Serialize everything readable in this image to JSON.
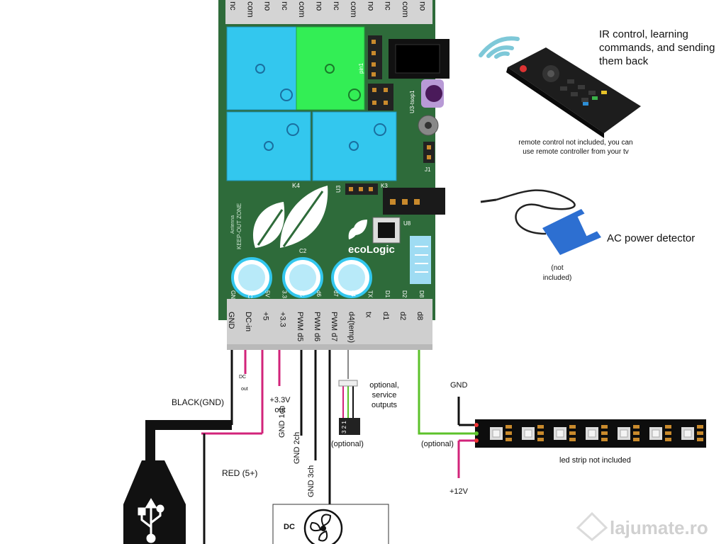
{
  "relay_top_labels": [
    "nc",
    "com",
    "no",
    "nc",
    "com",
    "no",
    "nc",
    "com",
    "no",
    "nc",
    "com",
    "no"
  ],
  "board": {
    "brand": "ecoLogic",
    "keep_out": "KEEP-OUT ZONE",
    "antenna": "Antenna",
    "k4_label": "K4",
    "k3_label": "K3",
    "u3_label": "U3",
    "u8_label": "U8",
    "j1_label": "J1",
    "c2_label": "C2",
    "u3_tsop_label": "U3-tsop1",
    "pin_label": "pin1",
    "silk_bottom": [
      "GND",
      "DC",
      "5V",
      "3.3",
      "d5",
      "d6",
      "d7",
      "d4",
      "TX",
      "D1",
      "D2",
      "D8"
    ]
  },
  "terminal_labels": [
    "GND",
    "DC-in",
    "+5",
    "+3.3",
    "PWM d5",
    "PWM d6",
    "PWM d7",
    "d4(temp)",
    "tx",
    "d1",
    "d2",
    "d8"
  ],
  "annotations": {
    "ir_control": "IR control, learning commands, and sending them back",
    "remote_note": "remote control not included, you can use remote controller from your tv",
    "ac_detector": "AC power detector",
    "not_included": "(not included)",
    "dc_out": "DC",
    "dc_out2": "out",
    "v33_out": "+3.3V out",
    "black_gnd": "BLACK(GND)",
    "red_5v": "RED (5+)",
    "gnd_1ch": "GND 1ch",
    "gnd_2ch": "GND 2ch",
    "gnd_3ch": "GND 3ch",
    "optional_service": "optional, service outputs",
    "optional_left": "(optional)",
    "optional_right": "(optional)",
    "gnd_strip": "GND",
    "led_strip_note": "led strip not included",
    "v12": "+12V",
    "fan_label": "DC",
    "connector_pins": "3 2 1",
    "watermark": "lajumate.ro"
  },
  "colors": {
    "pcb": "#2e6b3a",
    "relay_blue": "#33c7ee",
    "relay_green": "#33ee55",
    "wire_red": "#d2237a",
    "wire_green": "#5cc22a",
    "terminal": "#cfcfcf"
  }
}
